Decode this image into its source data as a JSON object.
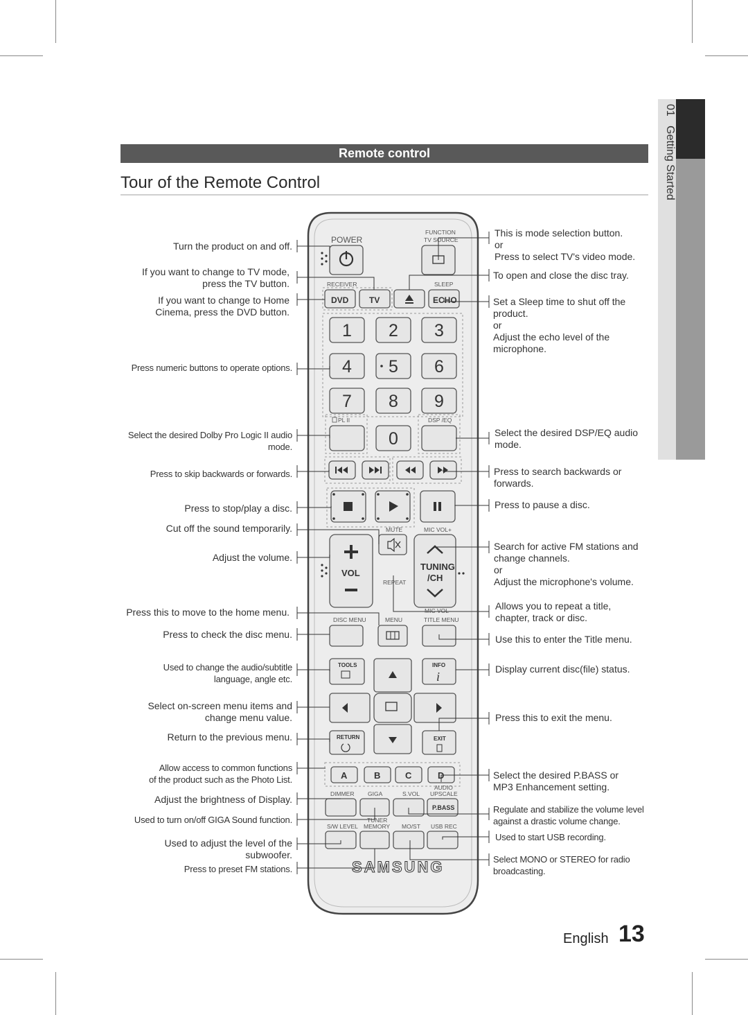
{
  "header": {
    "section": "Remote control",
    "title": "Tour of the Remote Control"
  },
  "chapter": {
    "number": "01",
    "name": "Getting Started"
  },
  "footer": {
    "language": "English",
    "page": "13"
  },
  "remote": {
    "brand": "SAMSUNG",
    "power": "POWER",
    "function_label": "FUNCTION",
    "tv_source": "TV SOURCE",
    "receiver": "RECEIVER",
    "sleep": "SLEEP",
    "dvd": "DVD",
    "tv": "TV",
    "echo": "ECHO",
    "digits": [
      "1",
      "2",
      "3",
      "4",
      "5",
      "6",
      "7",
      "8",
      "9",
      "0"
    ],
    "pl2": "PL II",
    "dsp_eq": "DSP /EQ",
    "mute": "MUTE",
    "mic_vol_plus": "MIC VOL+",
    "vol": "VOL",
    "tuning": "TUNING",
    "ch": "/CH",
    "repeat": "REPEAT",
    "mic_vol_minus": "MIC VOL-",
    "disc_menu": "DISC MENU",
    "menu": "MENU",
    "title_menu": "TITLE MENU",
    "tools": "TOOLS",
    "info": "INFO",
    "return": "RETURN",
    "exit": "EXIT",
    "abcd": [
      "A",
      "B",
      "C",
      "D"
    ],
    "dimmer": "DIMMER",
    "giga": "GIGA",
    "svol": "S.VOL",
    "audio": "AUDIO",
    "upscale": "UPSCALE",
    "pbass": "P.BASS",
    "sw_level": "S/W LEVEL",
    "tuner": "TUNER",
    "memory": "MEMORY",
    "mo_st": "MO/ST",
    "usb_rec": "USB REC"
  },
  "left_labels": [
    [
      "Turn the product on and off."
    ],
    [
      "If you want to change to TV mode,",
      "press the TV button."
    ],
    [
      "If you want to change to Home",
      "Cinema, press the DVD button."
    ],
    [
      "Press numeric buttons to operate options."
    ],
    [
      "Select the desired Dolby Pro Logic II audio",
      "mode."
    ],
    [
      "Press to skip backwards or forwards."
    ],
    [
      "Press to stop/play a disc."
    ],
    [
      "Cut off the sound temporarily."
    ],
    [
      "Adjust the volume."
    ],
    [
      "Press this to move to the home menu."
    ],
    [
      "Press to check the disc menu."
    ],
    [
      "Used to change the audio/subtitle",
      "language, angle etc."
    ],
    [
      "Select on-screen menu items and",
      "change menu value."
    ],
    [
      "Return to the previous menu."
    ],
    [
      "Allow access to common functions",
      "of the product such as the Photo List."
    ],
    [
      "Adjust the brightness of Display."
    ],
    [
      "Used to turn on/off GIGA Sound function."
    ],
    [
      "Used to adjust the level of the",
      "subwoofer."
    ],
    [
      "Press to preset FM stations."
    ]
  ],
  "right_labels": [
    [
      "This is mode selection button.",
      "or",
      "Press to select TV's video mode."
    ],
    [
      "To open and close the disc tray."
    ],
    [
      "Set a Sleep time to shut off the",
      "product.",
      "or",
      "Adjust the echo level of the",
      "microphone."
    ],
    [
      "Select the desired DSP/EQ audio",
      "mode."
    ],
    [
      "Press to search backwards or",
      "forwards."
    ],
    [
      "Press to pause a disc."
    ],
    [
      "Search for active FM stations and",
      "change channels.",
      "or",
      "Adjust the microphone's volume."
    ],
    [
      "Allows you to repeat a title,",
      "chapter, track or disc."
    ],
    [
      "Use this to enter the Title menu."
    ],
    [
      "Display current disc(file) status."
    ],
    [
      "Press this to exit the menu."
    ],
    [
      "Select the desired P.BASS or",
      "MP3 Enhancement setting."
    ],
    [
      "Regulate and stabilize the volume level",
      "against a drastic volume change."
    ],
    [
      "Used to start USB recording."
    ],
    [
      "Select MONO or STEREO for radio",
      "broadcasting."
    ]
  ]
}
